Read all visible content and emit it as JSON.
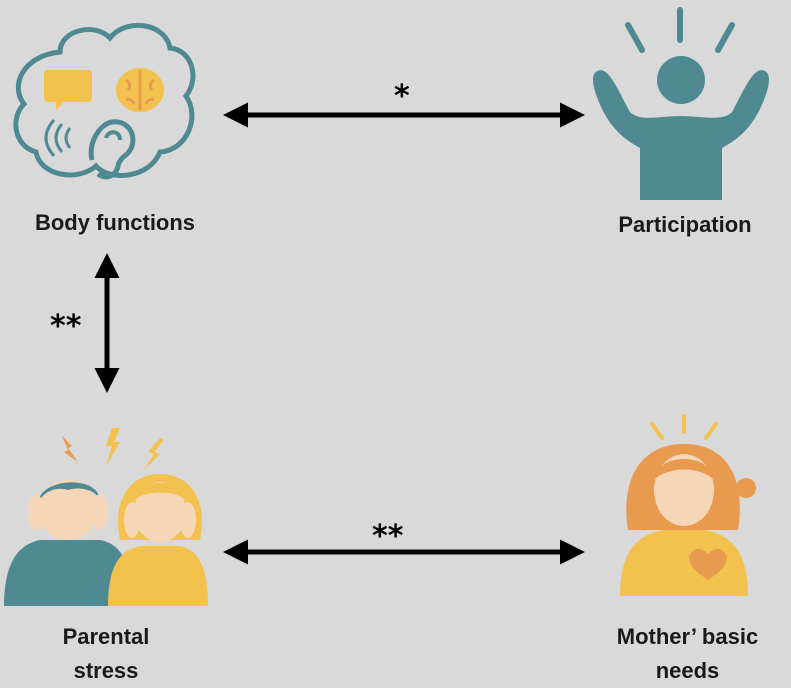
{
  "nodes": {
    "body_functions": {
      "label": "Body functions",
      "icon": "brain-speech-hearing-cloud-icon"
    },
    "participation": {
      "label": "Participation",
      "icon": "cheering-person-icon"
    },
    "parental_stress": {
      "label_line1": "Parental",
      "label_line2": "stress",
      "icon": "stressed-parents-icon"
    },
    "mother_needs": {
      "label_line1": "Mother’ basic",
      "label_line2": "needs",
      "icon": "mother-heart-icon"
    }
  },
  "links": [
    {
      "from": "body_functions",
      "to": "participation",
      "significance": "*"
    },
    {
      "from": "body_functions",
      "to": "parental_stress",
      "significance": "**"
    },
    {
      "from": "parental_stress",
      "to": "mother_needs",
      "significance": "**"
    }
  ],
  "colors": {
    "background": "#d9d9d9",
    "teal": "#4f8a93",
    "yellow": "#f2c14e",
    "orange": "#e89a4e",
    "skin": "#f5d7b8",
    "arrow": "#000000"
  }
}
